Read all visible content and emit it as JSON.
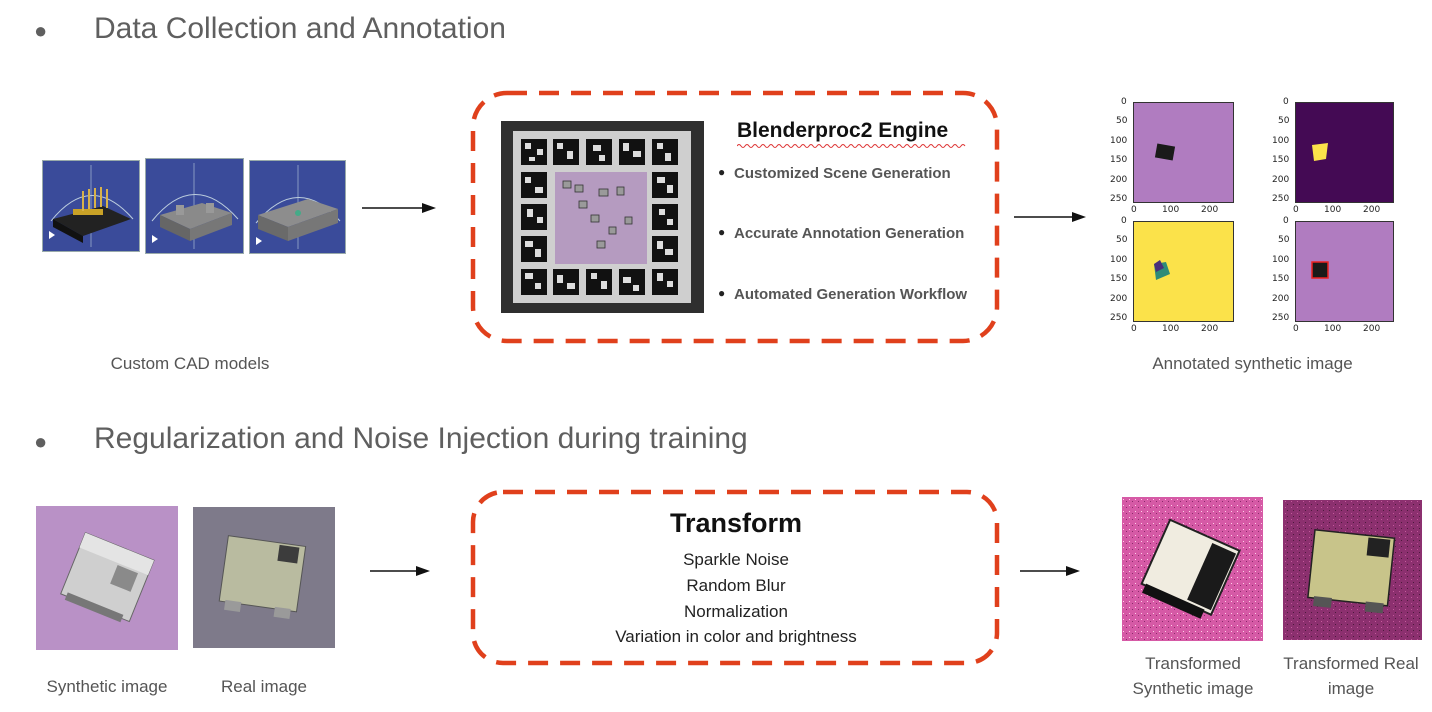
{
  "section1": {
    "title": "Data Collection and Annotation"
  },
  "section2": {
    "title": "Regularization and Noise Injection during training"
  },
  "cad": {
    "caption": "Custom CAD models"
  },
  "engine": {
    "title": "Blenderproc2 Engine",
    "items": [
      "Customized Scene Generation",
      "Accurate Annotation Generation",
      "Automated Generation Workflow"
    ]
  },
  "annotated": {
    "caption": "Annotated synthetic image",
    "y_ticks": [
      "0",
      "50",
      "100",
      "150",
      "200",
      "250"
    ],
    "x_ticks": [
      "0",
      "100",
      "200"
    ],
    "panel_colors": [
      "#b07cc0",
      "#440a54",
      "#fbe24a",
      "#b07cc0"
    ]
  },
  "transform": {
    "title": "Transform",
    "items": [
      "Sparkle Noise",
      "Random Blur",
      "Normalization",
      "Variation in color and brightness"
    ]
  },
  "inputs": {
    "synthetic_caption": "Synthetic image",
    "real_caption": "Real image"
  },
  "outputs": {
    "synthetic_caption_1": "Transformed",
    "synthetic_caption_2": "Synthetic image",
    "real_caption_1": "Transformed Real",
    "real_caption_2": "image"
  },
  "colors": {
    "dash": "#e0401c",
    "plot_purple": "#b07cc0",
    "plot_dark": "#440a54",
    "plot_yellow": "#fbe24a"
  }
}
